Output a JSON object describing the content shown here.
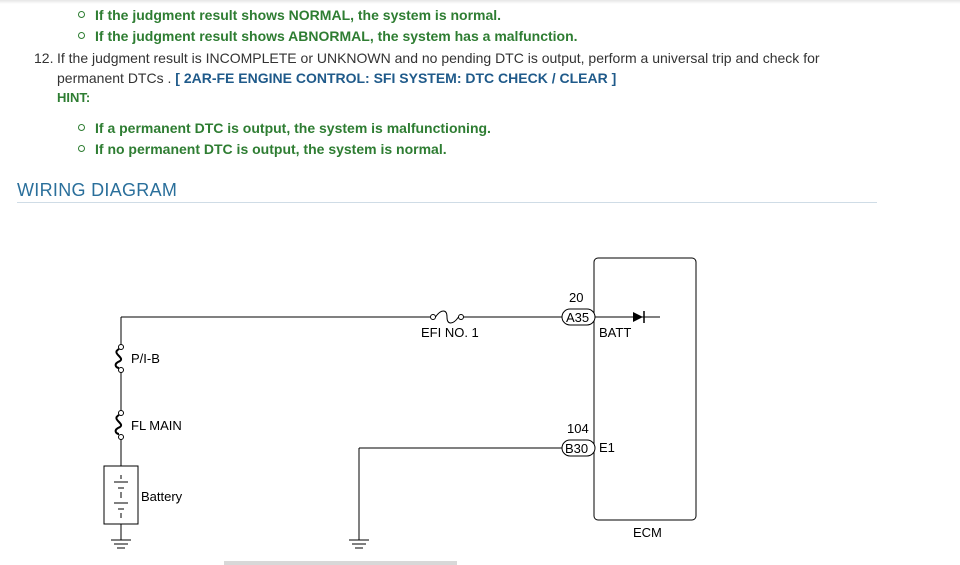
{
  "top_bullets": [
    "If the judgment result shows NORMAL, the system is normal.",
    "If the judgment result shows ABNORMAL, the system has a malfunction."
  ],
  "step": {
    "number": "12.",
    "text_line1": "If the judgment result is INCOMPLETE or UNKNOWN and no pending DTC is output, perform a universal trip and check for",
    "text_line2": "permanent DTCs .",
    "link": "[ 2AR-FE ENGINE CONTROL: SFI SYSTEM: DTC CHECK / CLEAR ]"
  },
  "hint": {
    "label": "HINT:",
    "bullets": [
      "If a permanent DTC is output, the system is malfunctioning.",
      "If no permanent DTC is output, the system is normal."
    ]
  },
  "section_title": "WIRING DIAGRAM",
  "diagram": {
    "fuse_efi": "EFI NO. 1",
    "fuse_pib": "P/I-B",
    "fuse_flmain": "FL MAIN",
    "battery": "Battery",
    "connector1_pin": "20",
    "connector1_id": "A35",
    "connector1_signal": "BATT",
    "connector2_pin": "104",
    "connector2_id": "B30",
    "connector2_signal": "E1",
    "ecm_label": "ECM"
  }
}
